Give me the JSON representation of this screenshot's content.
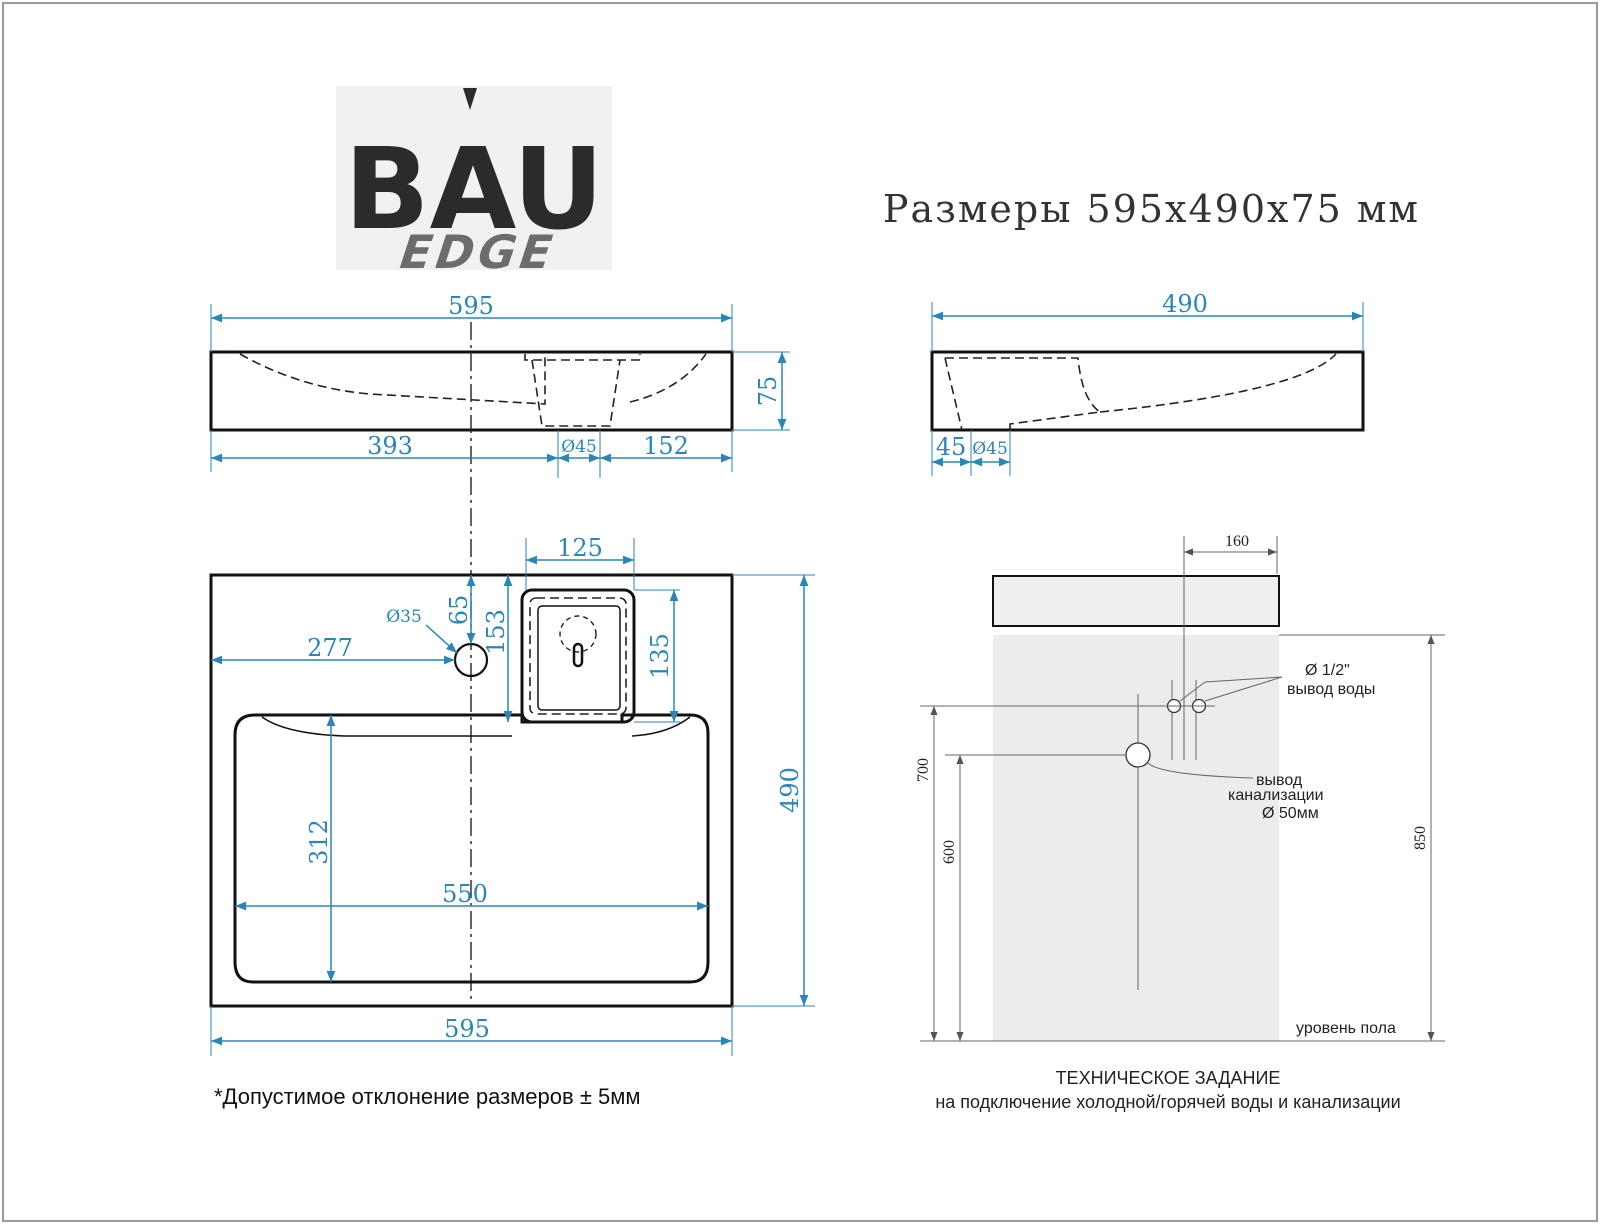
{
  "brand": {
    "logo_main": "BAU",
    "logo_sub": "EDGE"
  },
  "title": "Размеры 595x490x75 мм",
  "front_view": {
    "width": "595",
    "height": "75",
    "left_offset": "393",
    "drain": "Ø45",
    "right_offset": "152"
  },
  "side_view": {
    "depth": "490",
    "edge_offset": "45",
    "drain": "Ø45"
  },
  "top_view": {
    "tap_width": "125",
    "tap_hole": "Ø35",
    "tap_hole_depth": "65",
    "tap_block_height": "153",
    "tap_inner_height": "135",
    "tap_hole_offset": "277",
    "bowl_depth": "312",
    "bowl_width": "550",
    "total_depth": "490",
    "total_width": "595"
  },
  "tech": {
    "offset_160": "160",
    "water_pipe": "Ø 1/2\"",
    "water_outlet": "вывод воды",
    "drain_outlet_1": "вывод",
    "drain_outlet_2": "канализации",
    "drain_size": "Ø 50мм",
    "height_700": "700",
    "height_600": "600",
    "height_850": "850",
    "floor_level": "уровень пола",
    "heading": "ТЕХНИЧЕСКОЕ ЗАДАНИЕ",
    "subheading": "на подключение холодной/горячей воды и канализации"
  },
  "tolerance_note": "*Допустимое отклонение размеров ± 5мм",
  "colors": {
    "dimension": "#2a86b9",
    "outline": "#111111",
    "wall": "#ececec"
  }
}
